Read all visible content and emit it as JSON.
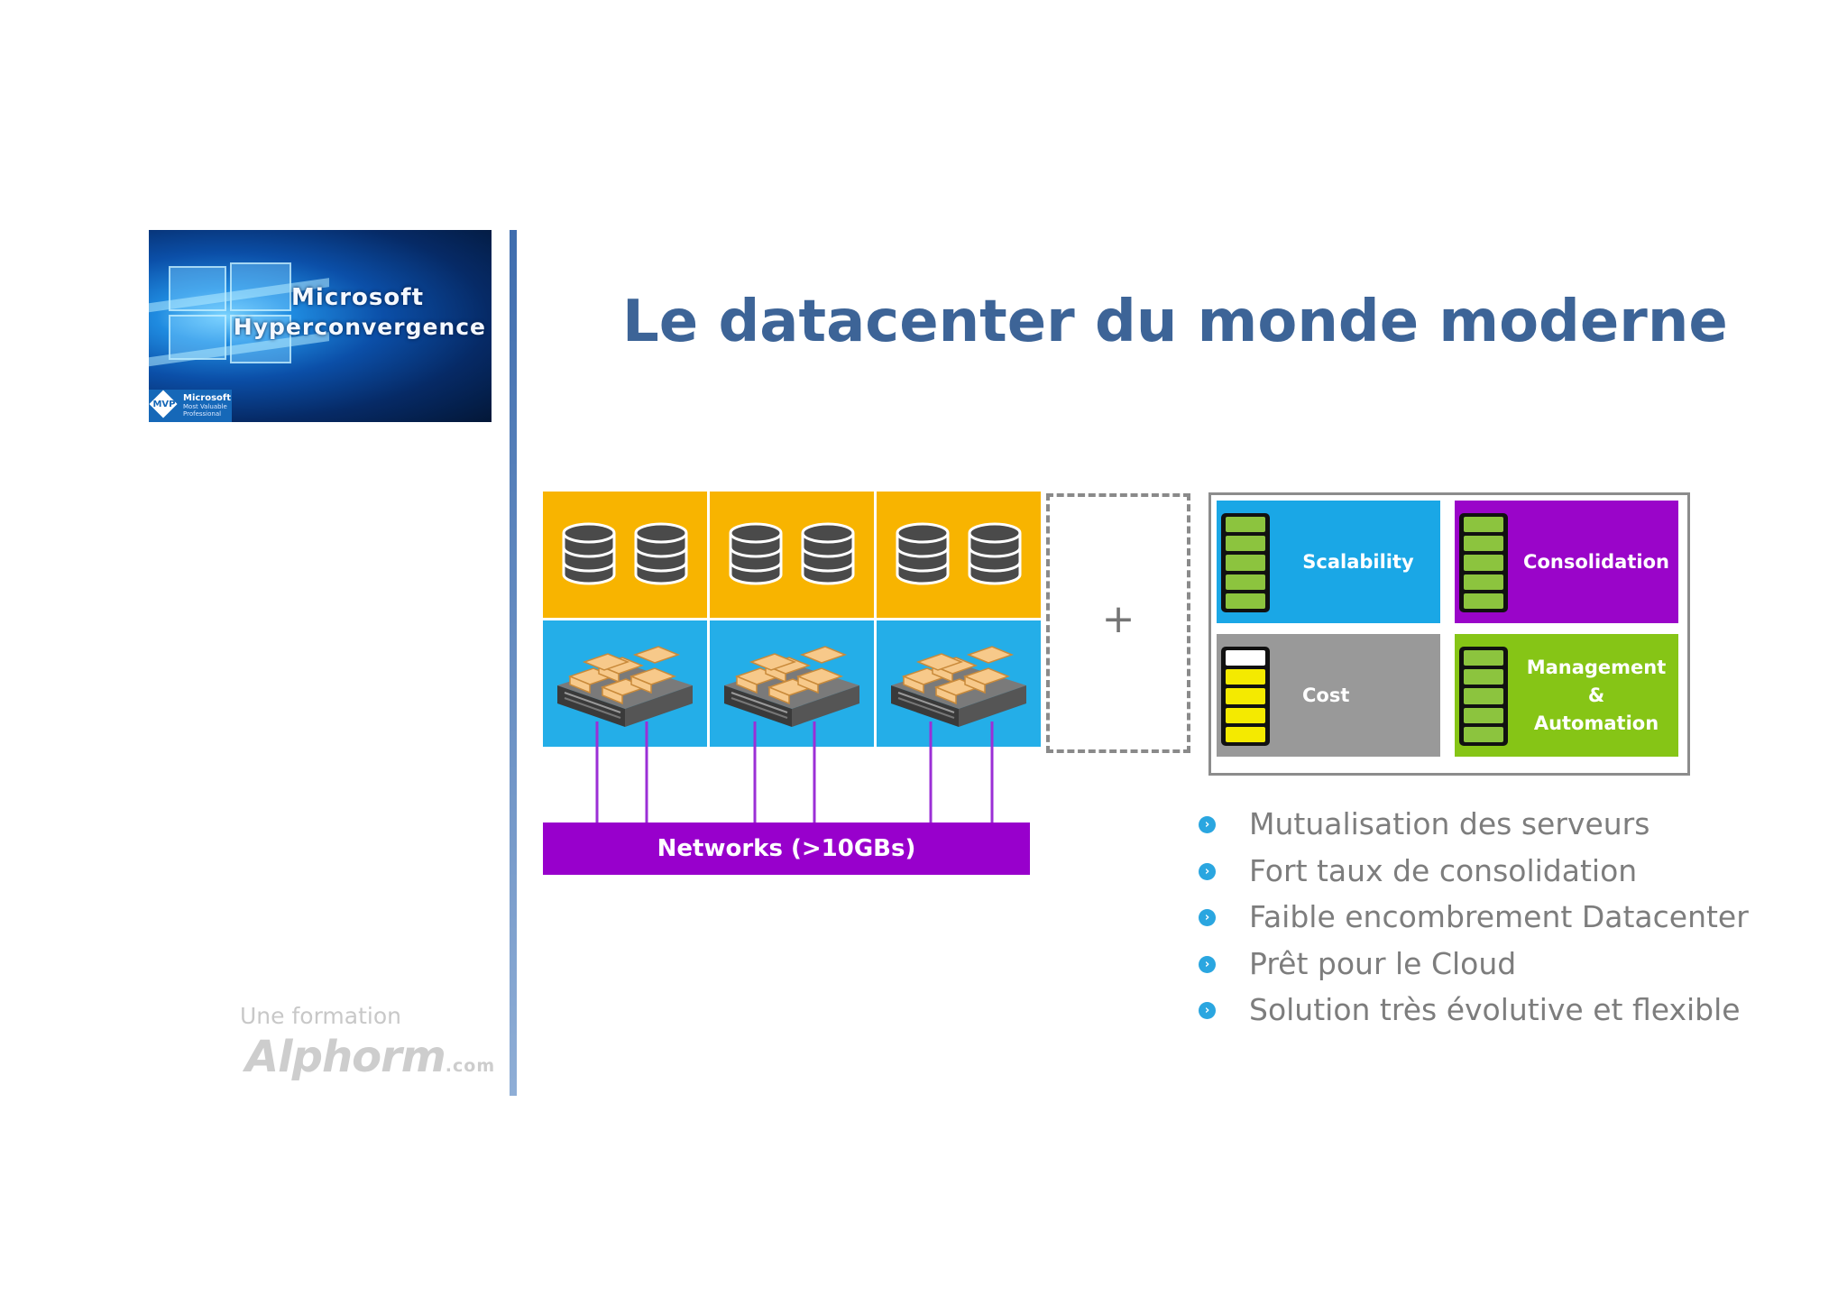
{
  "brand": {
    "line1": "Microsoft",
    "line2": "Hyperconvergence",
    "badge": {
      "mark": "MVP",
      "line1": "Microsoft",
      "line2": "Most Valuable Professional"
    }
  },
  "slide": {
    "title": "Le datacenter du monde moderne"
  },
  "footer": {
    "subtitle": "Une formation",
    "logo": "Alphorm",
    "logo_suffix": ".com"
  },
  "architecture": {
    "node_count": 3,
    "storage_icon": "database-cylinder-icon",
    "compute_icon": "server-rack-icon",
    "add_symbol": "+",
    "network_label": "Networks (>10GBs)",
    "colors": {
      "storage": "#f8b400",
      "compute": "#24aee8",
      "network": "#9800cc",
      "links": "#9b2fd6"
    }
  },
  "benefits": [
    {
      "label": "Scalability",
      "color": "#1aa7e6",
      "battery": "green"
    },
    {
      "label": "Consolidation",
      "color": "#9a05c9",
      "battery": "green"
    },
    {
      "label": "Cost",
      "color": "#999999",
      "battery": "yellow"
    },
    {
      "label": "Management\n&\nAutomation",
      "color": "#86c516",
      "battery": "green"
    }
  ],
  "bullet_icon": "chevron-circle-icon",
  "bullets": [
    "Mutualisation des serveurs",
    "Fort taux de consolidation",
    "Faible encombrement Datacenter",
    "Prêt pour le Cloud",
    "Solution très évolutive et flexible"
  ]
}
